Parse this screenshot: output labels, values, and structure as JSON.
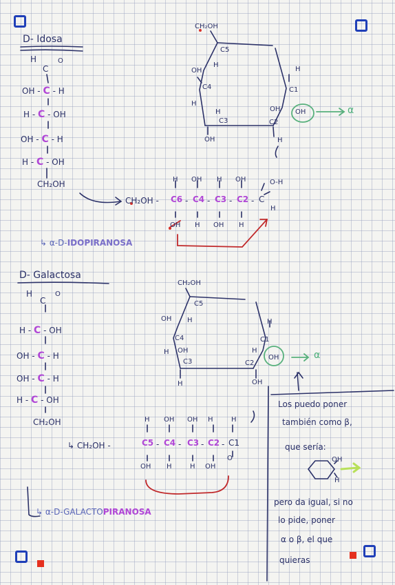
{
  "idosa": {
    "title": "D- Idosa",
    "aldehyde_h": "H",
    "aldehyde_c": "C",
    "aldehyde_o": "O",
    "fischer": [
      {
        "left": "OH -",
        "c": "C",
        "right": "- H"
      },
      {
        "left": "H -",
        "c": "C",
        "right": "- OH"
      },
      {
        "left": "OH -",
        "c": "C",
        "right": "- H"
      },
      {
        "left": "H -",
        "c": "C",
        "right": "- OH"
      }
    ],
    "ch2oh": "CH₂OH",
    "ring": {
      "ch2oh": "CH₂OH",
      "c5": "C5",
      "c4": "C4",
      "c3": "C3",
      "c2": "C2",
      "c1": "C1",
      "c5_h": "H",
      "c4_oh": "OH",
      "c4_h": "H",
      "c3_h": "H",
      "c3_oh": "OH",
      "c2_oh": "OH",
      "c2_h": "H",
      "c1_h": "H",
      "c1_oh": "OH"
    },
    "alpha": "α",
    "chain": {
      "start": "CH₂OH -",
      "c6": "C6",
      "c4": "C4",
      "c3": "C3",
      "c2": "C2",
      "c1": "C",
      "top": [
        "H",
        "OH",
        "H",
        "OH"
      ],
      "bottom": [
        "OH",
        "H",
        "OH",
        "H"
      ],
      "o": "O-H",
      "h": "H"
    },
    "name_prefix": "↳ α-D-",
    "name_suffix": "IDOPIRANOSA"
  },
  "galactosa": {
    "title": "D- Galactosa",
    "aldehyde_h": "H",
    "aldehyde_c": "C",
    "aldehyde_o": "O",
    "fischer": [
      {
        "left": "H -",
        "c": "C",
        "right": "- OH"
      },
      {
        "left": "OH -",
        "c": "C",
        "right": "- H"
      },
      {
        "left": "OH -",
        "c": "C",
        "right": "- H"
      },
      {
        "left": "H -",
        "c": "C",
        "right": "- OH"
      }
    ],
    "ch2oh": "CH₂OH",
    "ring": {
      "ch2oh": "CH₂OH",
      "c5": "C5",
      "c4": "C4",
      "c3": "C3",
      "c2": "C2",
      "c1": "C1",
      "c4_oh": "OH",
      "c5_h": "H",
      "c4_h": "H",
      "c3_oh": "OH",
      "c3_h": "H",
      "c2_h": "H",
      "c1_h": "H",
      "c1_oh": "OH",
      "c2_oh": "OH"
    },
    "alpha": "α",
    "chain": {
      "start": "↳ CH₂OH -",
      "c5": "C5",
      "c4": "C4",
      "c3": "C3",
      "c2": "C2",
      "c1": "C1",
      "top": [
        "H",
        "OH",
        "OH",
        "H",
        "H"
      ],
      "bottom": [
        "OH",
        "H",
        "H",
        "OH"
      ],
      "o": "O"
    },
    "name_prefix": "↳ α-D-GALACTO",
    "name_suffix": "PIRANOSA"
  },
  "note": {
    "lines": [
      "Los puedo poner",
      "también como β,",
      "que sería:",
      "pero da igual, si no",
      "lo pide, poner",
      "α o β, el que",
      "quieras"
    ],
    "mini_oh": "OH",
    "mini_h": "H"
  }
}
